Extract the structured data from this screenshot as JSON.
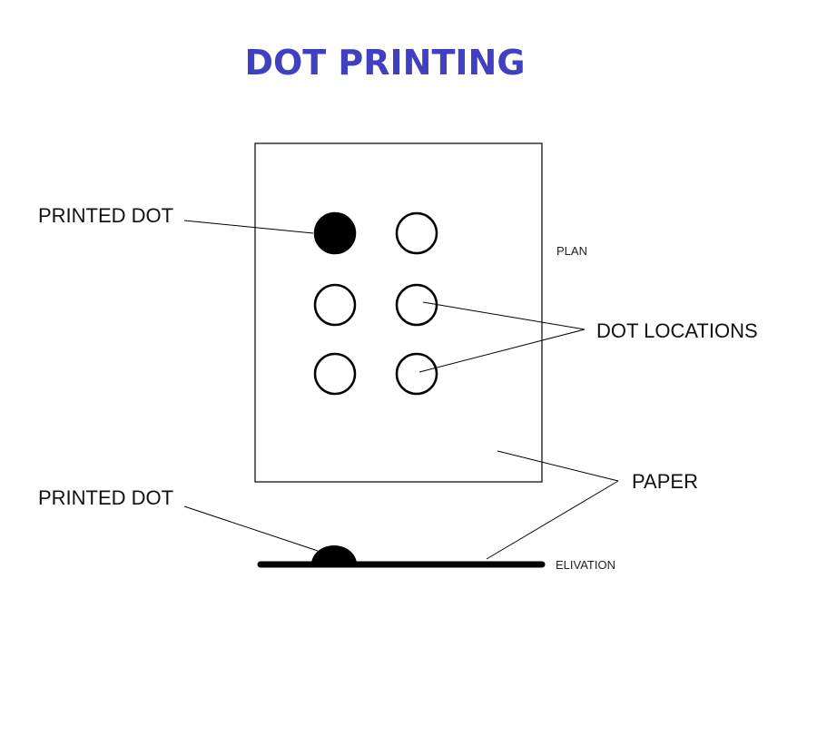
{
  "title": "DOT PRINTING",
  "labels": {
    "printed_dot_plan": "PRINTED DOT",
    "plan": "PLAN",
    "dot_locations": "DOT LOCATIONS",
    "paper": "PAPER",
    "printed_dot_elevation": "PRINTED DOT",
    "elevation": "ELIVATION"
  },
  "cell": {
    "rows": 3,
    "columns": 2,
    "filled": [
      [
        true,
        false
      ],
      [
        false,
        false
      ],
      [
        false,
        false
      ]
    ]
  },
  "colors": {
    "title": "#4040c0",
    "ink": "#000000",
    "background": "#ffffff"
  }
}
